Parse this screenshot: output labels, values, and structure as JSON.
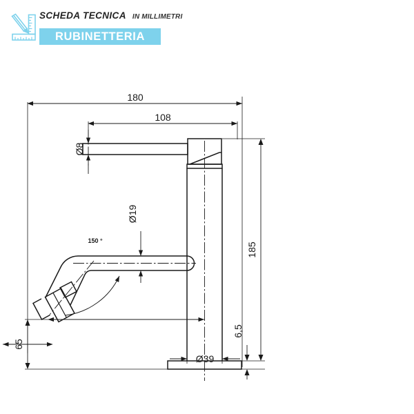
{
  "header": {
    "logo_icon": "pencil-ruler-icon",
    "title_main": "SCHEDA TECNICA",
    "title_sub": "IN MILLIMETRI",
    "banner_label": "RUBINETTERIA",
    "banner_color": "#7ed2ec",
    "text_color": "#222222"
  },
  "drawing": {
    "subject": "single-lever-basin-mixer-tap",
    "line_color": "#1a1a1a",
    "units": "mm",
    "dimensions": {
      "overall_width": "180",
      "lever_length": "108",
      "lever_diameter": "Ø8",
      "spout_diameter": "Ø19",
      "spout_angle": "150 °",
      "spout_height": "65",
      "body_height": "185",
      "base_diameter": "Ø39",
      "base_thickness": "6,5"
    }
  }
}
